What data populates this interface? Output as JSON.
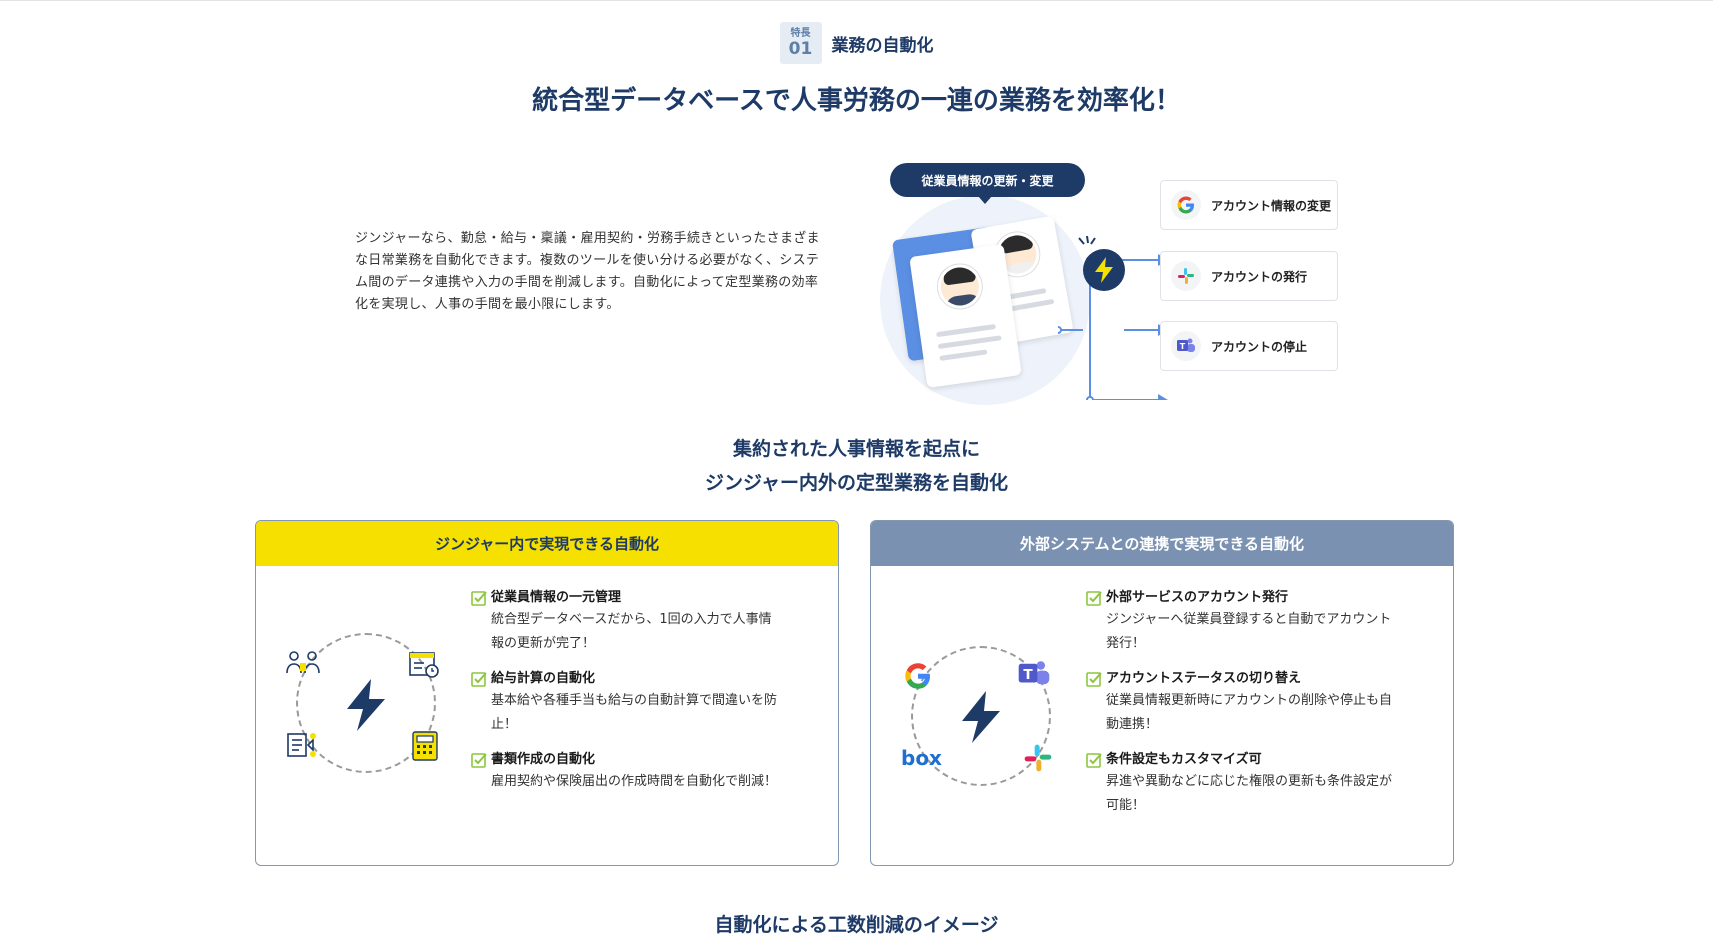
{
  "feature": {
    "badge_label": "特長",
    "badge_number": "01",
    "name": "業務の自動化"
  },
  "main_title": "統合型データベースで人事労務の一連の業務を効率化！",
  "intro_text": "ジンジャーなら、勤怠・給与・稟議・雇用契約・労務手続きといったさまざまな日常業務を自動化できます。複数のツールを使い分ける必要がなく、システム間のデータ連携や入力の手間を削減します。自動化によって定型業務の効率化を実現し、人事の手間を最小限にします。",
  "diagram": {
    "bubble": "従業員情報の更新・変更",
    "services": [
      {
        "label": "アカウント情報の変更",
        "icon": "google-icon"
      },
      {
        "label": "アカウントの発行",
        "icon": "slack-icon"
      },
      {
        "label": "アカウントの停止",
        "icon": "teams-icon"
      }
    ]
  },
  "sub_title_line1": "集約された人事情報を起点に",
  "sub_title_line2": "ジンジャー内外の定型業務を自動化",
  "panel_left": {
    "title": "ジンジャー内で実現できる自動化",
    "items": [
      {
        "title": "従業員情報の一元管理",
        "desc": "統合型データベースだから、1回の入力で人事情報の更新が完了！"
      },
      {
        "title": "給与計算の自動化",
        "desc": "基本給や各種手当も給与の自動計算で間違いを防止！"
      },
      {
        "title": "書類作成の自動化",
        "desc": "雇用契約や保険届出の作成時間を自動化で削減！"
      }
    ]
  },
  "panel_right": {
    "title": "外部システムとの連携で実現できる自動化",
    "box_logo": "box",
    "items": [
      {
        "title": "外部サービスのアカウント発行",
        "desc": "ジンジャーへ従業員登録すると自動でアカウント発行！"
      },
      {
        "title": "アカウントステータスの切り替え",
        "desc": "従業員情報更新時にアカウントの削除や停止も自動連携！"
      },
      {
        "title": "条件設定もカスタマイズ可",
        "desc": "昇進や異動などに応じた権限の更新も条件設定が可能！"
      }
    ]
  },
  "bottom_title": "自動化による工数削減のイメージ",
  "colors": {
    "navy": "#1e3a66",
    "yellow": "#f5e000",
    "slate": "#7a91b1",
    "check_green": "#8cc63f"
  }
}
